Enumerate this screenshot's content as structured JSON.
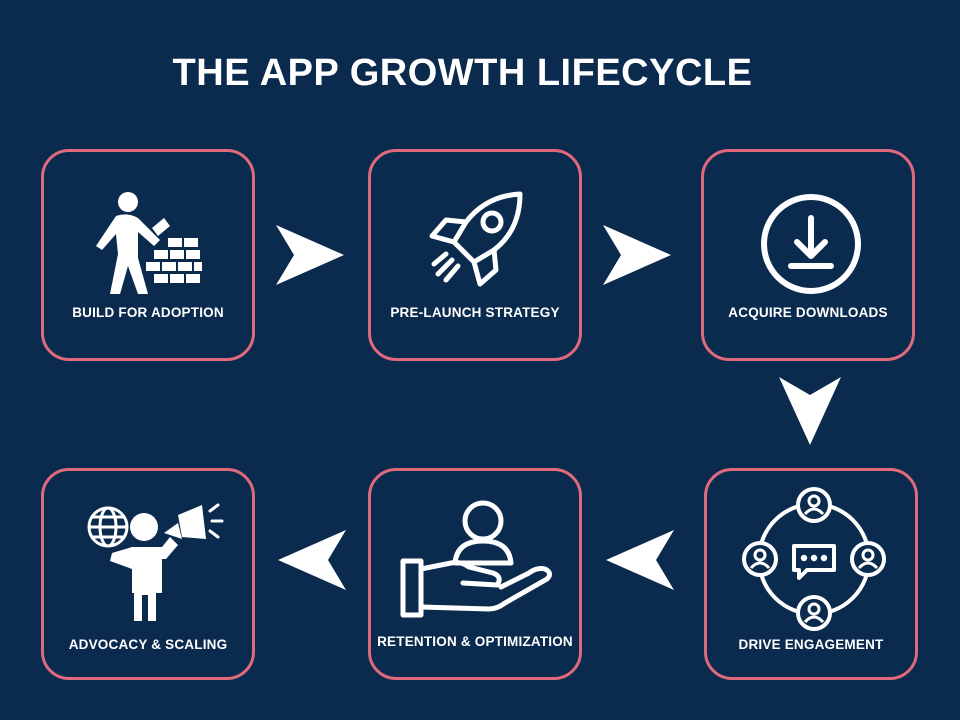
{
  "title": "THE APP GROWTH LIFECYCLE",
  "steps": [
    {
      "label": "BUILD FOR ADOPTION",
      "icon": "worker-building-wall-icon"
    },
    {
      "label": "PRE-LAUNCH STRATEGY",
      "icon": "rocket-icon"
    },
    {
      "label": "ACQUIRE DOWNLOADS",
      "icon": "download-icon"
    },
    {
      "label": "DRIVE ENGAGEMENT",
      "icon": "community-chat-icon"
    },
    {
      "label": "RETENTION & OPTIMIZATION",
      "icon": "hand-holding-user-icon"
    },
    {
      "label": "ADVOCACY & SCALING",
      "icon": "person-megaphone-globe-icon"
    }
  ],
  "colors": {
    "background": "#0b2b4e",
    "card_border": "#e06a7c",
    "foreground": "#ffffff"
  }
}
